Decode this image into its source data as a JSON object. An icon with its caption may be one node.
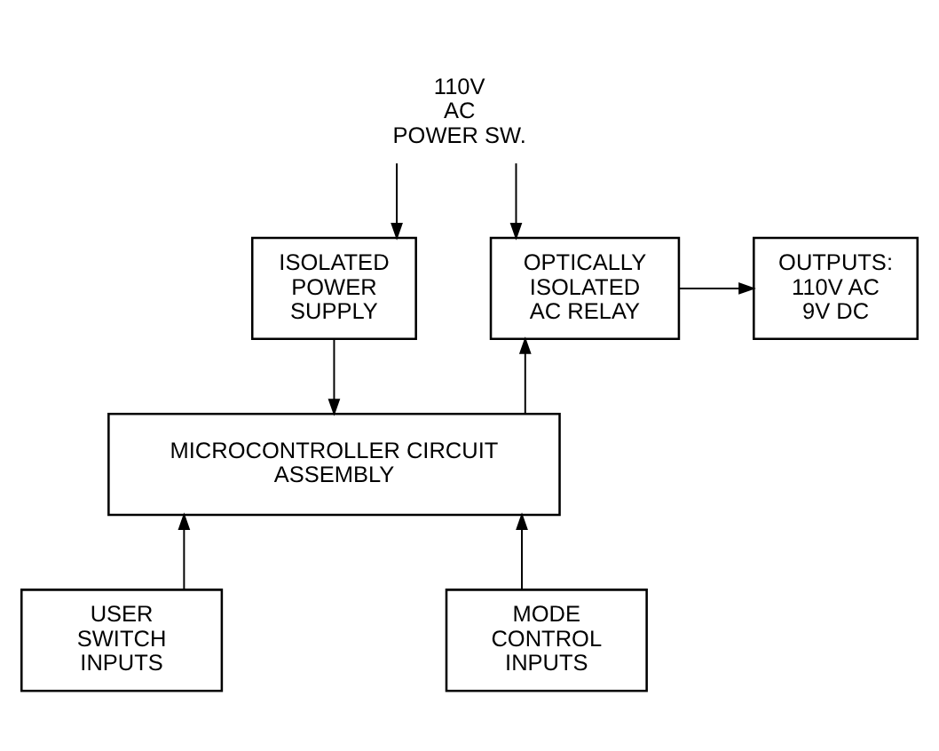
{
  "diagram": {
    "nodes": [
      {
        "text": [
          "110V",
          "AC",
          "POWER SW."
        ]
      },
      {
        "text": [
          "ISOLATED POWER SUPPLY"
        ]
      },
      {
        "text": [
          "OPTICALLY ISOLATED AC RELAY"
        ]
      },
      {
        "text": [
          "OUTPUTS: 110V AC 9V DC"
        ]
      },
      {
        "text": [
          "MICROCONTROLLER CIRCUIT ASSEMBLY"
        ]
      },
      {
        "text": [
          "USER SWITCH INPUTS"
        ]
      },
      {
        "text": [
          "MODE CONTROL INPUTS"
        ]
      }
    ],
    "edges": [
      {
        "from": 0,
        "to": 1,
        "arrow": "to"
      },
      {
        "from": 0,
        "to": 2,
        "arrow": "to"
      },
      {
        "from": 2,
        "to": 3,
        "arrow": "to"
      },
      {
        "from": 1,
        "to": 4,
        "arrow": "to"
      },
      {
        "from": 4,
        "to": 2,
        "arrow": "to"
      },
      {
        "from": 5,
        "to": 4,
        "arrow": "to"
      },
      {
        "from": 6,
        "to": 4,
        "arrow": "to"
      }
    ]
  }
}
